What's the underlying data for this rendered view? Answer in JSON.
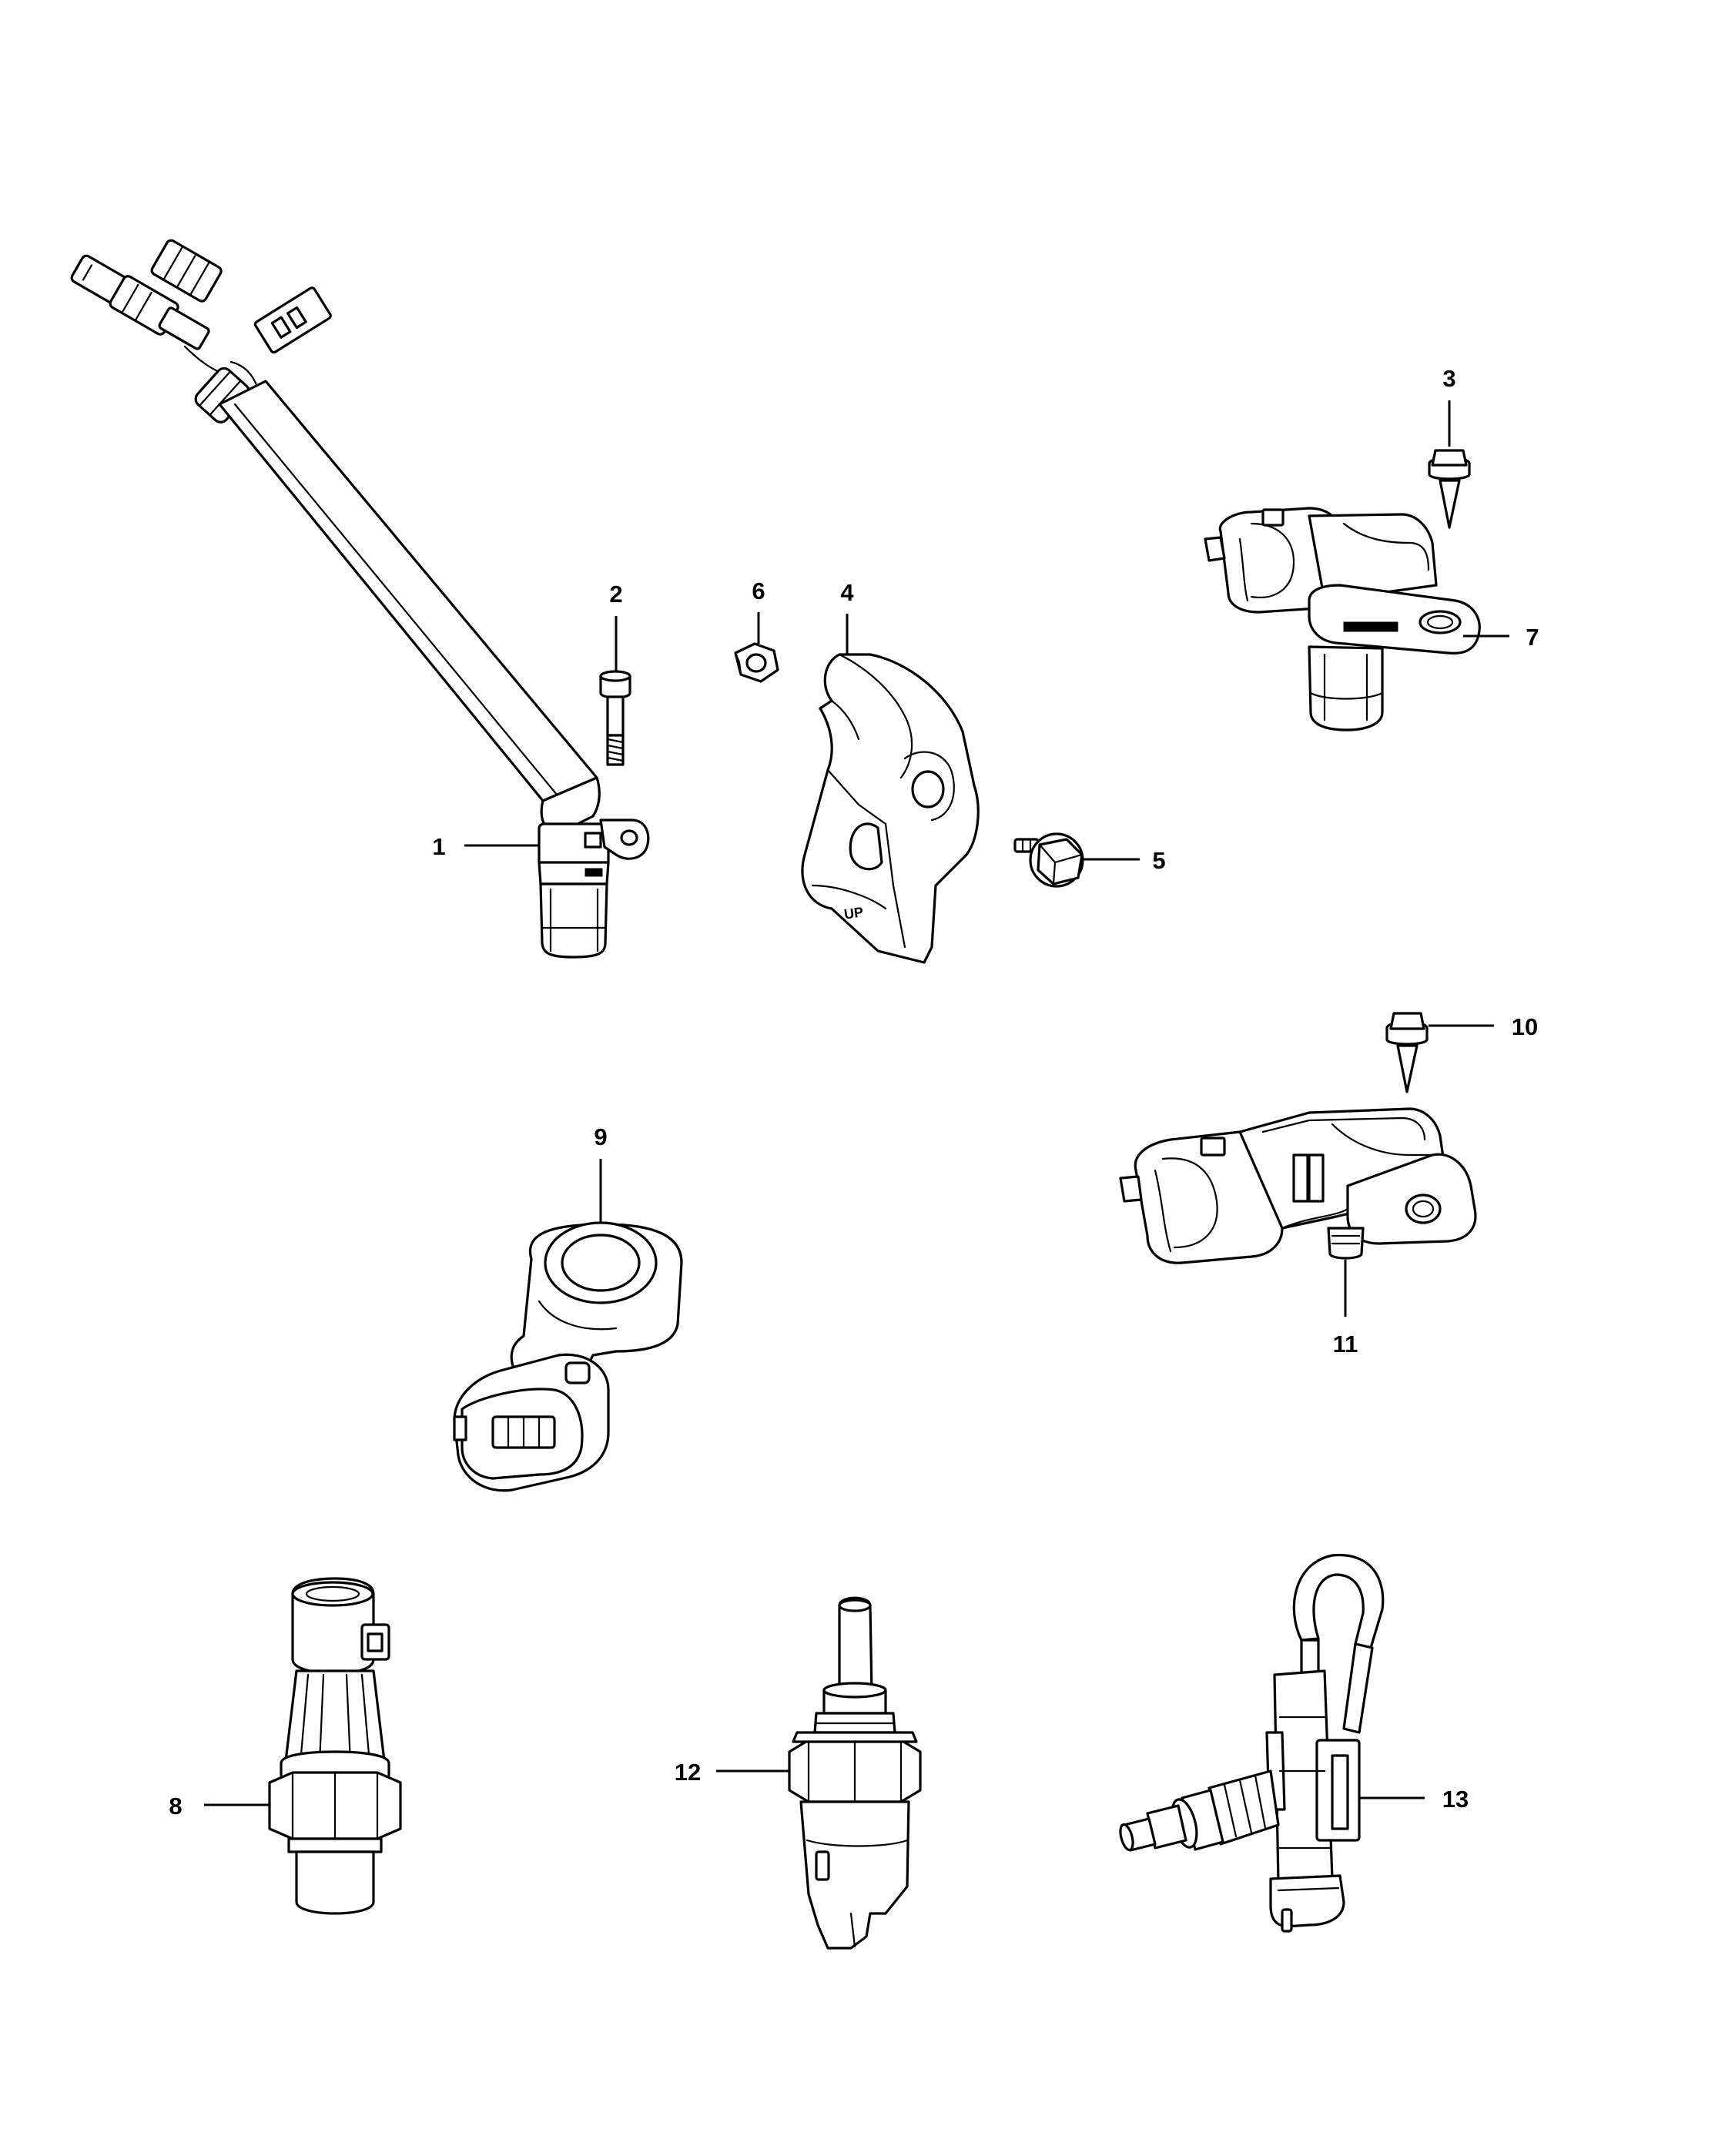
{
  "callouts": [
    {
      "id": "1",
      "label": "1"
    },
    {
      "id": "2",
      "label": "2"
    },
    {
      "id": "3",
      "label": "3"
    },
    {
      "id": "4",
      "label": "4"
    },
    {
      "id": "5",
      "label": "5"
    },
    {
      "id": "6",
      "label": "6"
    },
    {
      "id": "7",
      "label": "7"
    },
    {
      "id": "8",
      "label": "8"
    },
    {
      "id": "9",
      "label": "9"
    },
    {
      "id": "10",
      "label": "10"
    },
    {
      "id": "11",
      "label": "11"
    },
    {
      "id": "12",
      "label": "12"
    },
    {
      "id": "13",
      "label": "13"
    }
  ],
  "bracket_stamp": "UP"
}
